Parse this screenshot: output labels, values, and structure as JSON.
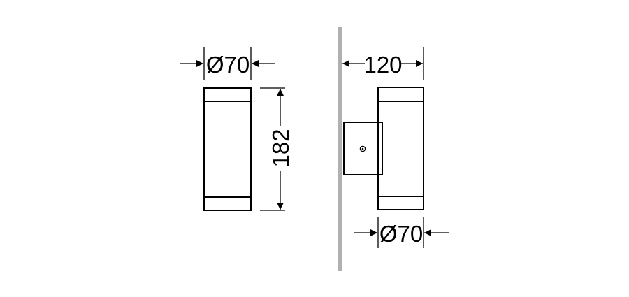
{
  "front_view": {
    "diameter_label": "Ø70",
    "height_label": "182"
  },
  "side_view": {
    "projection_label": "120",
    "diameter_label": "Ø70"
  },
  "colors": {
    "line": "#000000",
    "wall": "#b0b0b0",
    "background": "#ffffff"
  }
}
